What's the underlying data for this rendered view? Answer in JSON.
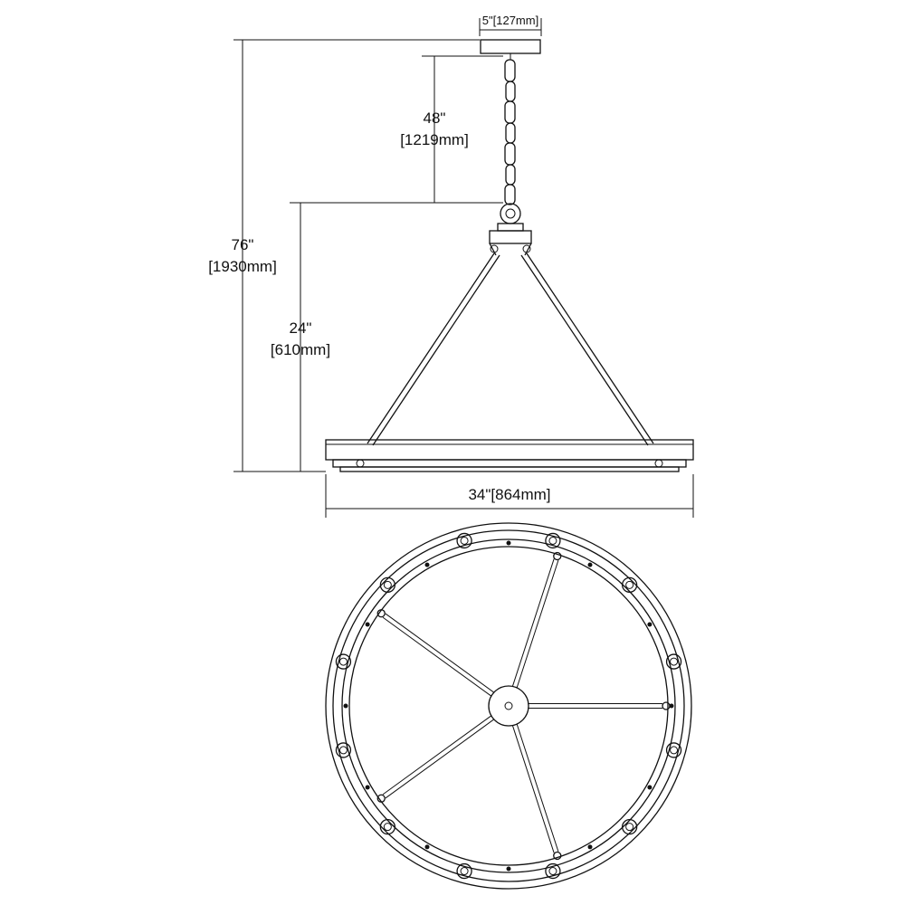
{
  "dimensions": {
    "canopy_width": "5\"[127mm]",
    "chain_length_in": "48\"",
    "chain_length_mm": "[1219mm]",
    "overall_height_in": "76\"",
    "overall_height_mm": "[1930mm]",
    "fixture_height_in": "24\"",
    "fixture_height_mm": "[610mm]",
    "diameter": "34\"[864mm]"
  },
  "colors": {
    "line": "#111111",
    "background": "#ffffff"
  }
}
